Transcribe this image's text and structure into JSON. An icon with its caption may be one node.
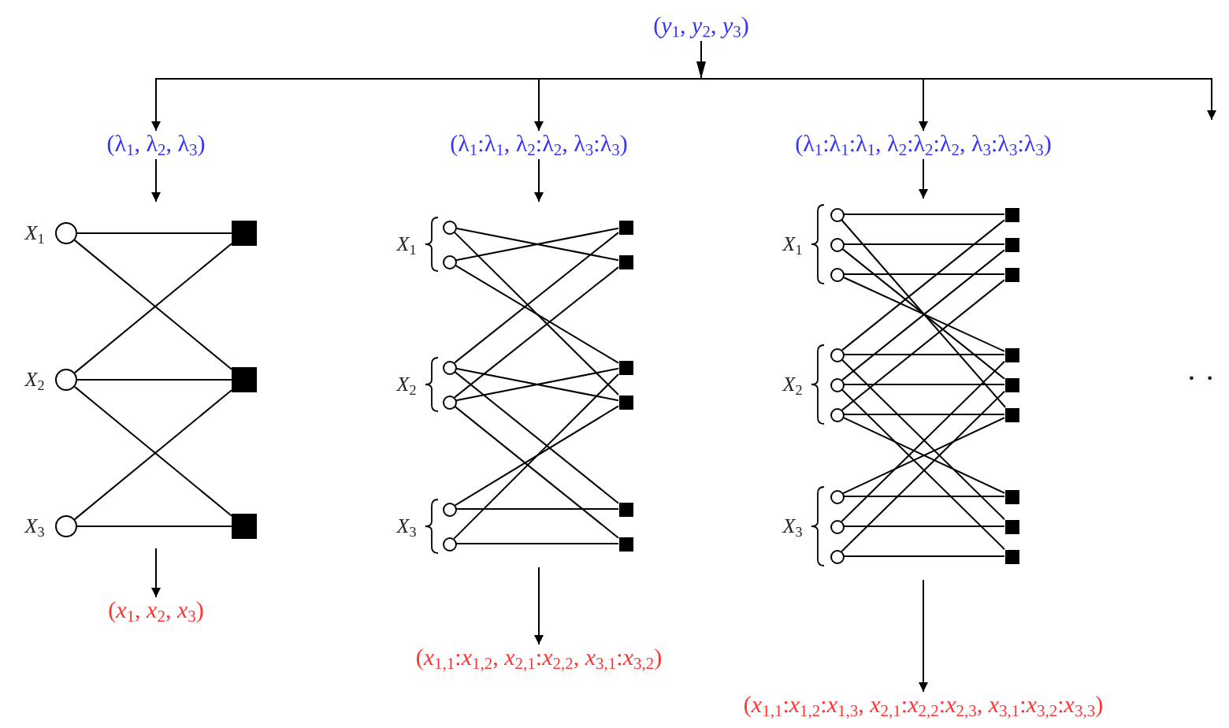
{
  "diagram": {
    "nodes": [
      {
        "text": [
          "(*y*$_{1}$, *y*$_{2}$, *y*$_{3}$)"
        ]
      },
      {
        "text": [
          "(λ$_{1}$, λ$_{2}$, λ$_{3}$)"
        ]
      },
      {
        "text": [
          "(λ$_{1}$:λ$_{1}$, λ$_{2}$:λ$_{2}$, λ$_{3}$:λ$_{3}$)"
        ]
      },
      {
        "text": [
          "(λ$_{1}$:λ$_{1}$:λ$_{1}$, λ$_{2}$:λ$_{2}$:λ$_{2}$, λ$_{3}$:λ$_{3}$:λ$_{3}$)"
        ]
      },
      {
        "text": [
          "(*x*$_{1}$, *x*$_{2}$, *x*$_{3}$)"
        ]
      },
      {
        "text": [
          "(*x*$_{1,1}$:*x*$_{1,2}$, *x*$_{2,1}$:*x*$_{2,2}$, *x*$_{3,1}$:*x*$_{3,2}$)"
        ]
      },
      {
        "text": [
          "(*x*$_{1,1}$:*x*$_{1,2}$:*x*$_{1,3}$, *x*$_{2,1}$:*x*$_{2,2}$:*x*$_{2,3}$, *x*$_{3,1}$:*x*$_{3,2}$:*x*$_{3,3}$)"
        ]
      },
      {
        "text": [],
        "shape": "circle"
      },
      {
        "text": [],
        "shape": "circle"
      },
      {
        "text": [],
        "shape": "circle"
      },
      {
        "text": [],
        "shape": "box"
      },
      {
        "text": [],
        "shape": "box"
      },
      {
        "text": [],
        "shape": "box"
      },
      {
        "text": [],
        "shape": "circle"
      },
      {
        "text": [],
        "shape": "circle"
      },
      {
        "text": [],
        "shape": "circle"
      },
      {
        "text": [],
        "shape": "circle"
      },
      {
        "text": [],
        "shape": "circle"
      },
      {
        "text": [],
        "shape": "circle"
      },
      {
        "text": [],
        "shape": "box"
      },
      {
        "text": [],
        "shape": "box"
      },
      {
        "text": [],
        "shape": "box"
      },
      {
        "text": [],
        "shape": "box"
      },
      {
        "text": [],
        "shape": "box"
      },
      {
        "text": [],
        "shape": "box"
      },
      {
        "text": [],
        "shape": "circle"
      },
      {
        "text": [],
        "shape": "circle"
      },
      {
        "text": [],
        "shape": "circle"
      },
      {
        "text": [],
        "shape": "circle"
      },
      {
        "text": [],
        "shape": "circle"
      },
      {
        "text": [],
        "shape": "circle"
      },
      {
        "text": [],
        "shape": "circle"
      },
      {
        "text": [],
        "shape": "circle"
      },
      {
        "text": [],
        "shape": "circle"
      },
      {
        "text": [],
        "shape": "box"
      },
      {
        "text": [],
        "shape": "box"
      },
      {
        "text": [],
        "shape": "box"
      },
      {
        "text": [],
        "shape": "box"
      },
      {
        "text": [],
        "shape": "box"
      },
      {
        "text": [],
        "shape": "box"
      },
      {
        "text": [],
        "shape": "box"
      },
      {
        "text": [],
        "shape": "box"
      },
      {
        "text": [],
        "shape": "box"
      }
    ],
    "edges": [
      {
        "from": 0,
        "to": 1,
        "arrow": "to"
      },
      {
        "from": 0,
        "to": 2,
        "arrow": "to"
      },
      {
        "from": 0,
        "to": 3,
        "arrow": "to"
      },
      {
        "from": 0,
        "to": null,
        "arrow": "to"
      },
      {
        "from": 1,
        "to": null,
        "arrow": "to"
      },
      {
        "from": 2,
        "to": null,
        "arrow": "to"
      },
      {
        "from": 3,
        "to": null,
        "arrow": "to"
      },
      {
        "from": null,
        "to": 4,
        "arrow": "to"
      },
      {
        "from": null,
        "to": 5,
        "arrow": "to"
      },
      {
        "from": null,
        "to": 6,
        "arrow": "to"
      },
      {
        "from": 7,
        "to": 10,
        "arrow": "none"
      },
      {
        "from": 7,
        "to": 11,
        "arrow": "none"
      },
      {
        "from": 8,
        "to": 10,
        "arrow": "none"
      },
      {
        "from": 8,
        "to": 11,
        "arrow": "none"
      },
      {
        "from": 8,
        "to": 12,
        "arrow": "none"
      },
      {
        "from": 9,
        "to": 11,
        "arrow": "none"
      },
      {
        "from": 9,
        "to": 12,
        "arrow": "none"
      },
      {
        "from": 13,
        "to": 20,
        "arrow": "none"
      },
      {
        "from": 13,
        "to": 22,
        "arrow": "none"
      },
      {
        "from": 14,
        "to": 19,
        "arrow": "none"
      },
      {
        "from": 14,
        "to": 21,
        "arrow": "none"
      },
      {
        "from": 15,
        "to": 19,
        "arrow": "none"
      },
      {
        "from": 15,
        "to": 22,
        "arrow": "none"
      },
      {
        "from": 15,
        "to": 23,
        "arrow": "none"
      },
      {
        "from": 16,
        "to": 20,
        "arrow": "none"
      },
      {
        "from": 16,
        "to": 21,
        "arrow": "none"
      },
      {
        "from": 16,
        "to": 24,
        "arrow": "none"
      },
      {
        "from": 17,
        "to": 23,
        "arrow": "none"
      },
      {
        "from": 17,
        "to": 22,
        "arrow": "none"
      },
      {
        "from": 18,
        "to": 24,
        "arrow": "none"
      },
      {
        "from": 18,
        "to": 21,
        "arrow": "none"
      },
      {
        "from": 25,
        "to": 34,
        "arrow": "none"
      },
      {
        "from": 26,
        "to": 35,
        "arrow": "none"
      },
      {
        "from": 27,
        "to": 36,
        "arrow": "none"
      },
      {
        "from": 28,
        "to": 37,
        "arrow": "none"
      },
      {
        "from": 29,
        "to": 38,
        "arrow": "none"
      },
      {
        "from": 30,
        "to": 39,
        "arrow": "none"
      },
      {
        "from": 31,
        "to": 40,
        "arrow": "none"
      },
      {
        "from": 32,
        "to": 41,
        "arrow": "none"
      },
      {
        "from": 33,
        "to": 42,
        "arrow": "none"
      },
      {
        "from": 25,
        "to": 39,
        "arrow": "none"
      },
      {
        "from": 26,
        "to": 38,
        "arrow": "none"
      },
      {
        "from": 27,
        "to": 37,
        "arrow": "none"
      },
      {
        "from": 28,
        "to": 34,
        "arrow": "none"
      },
      {
        "from": 29,
        "to": 35,
        "arrow": "none"
      },
      {
        "from": 30,
        "to": 36,
        "arrow": "none"
      },
      {
        "from": 28,
        "to": 41,
        "arrow": "none"
      },
      {
        "from": 29,
        "to": 42,
        "arrow": "none"
      },
      {
        "from": 30,
        "to": 40,
        "arrow": "none"
      },
      {
        "from": 31,
        "to": 39,
        "arrow": "none"
      },
      {
        "from": 32,
        "to": 37,
        "arrow": "none"
      },
      {
        "from": 33,
        "to": 38,
        "arrow": "none"
      }
    ],
    "labels": [
      "*X*$_{1}$",
      "*X*$_{2}$",
      "*X*$_{3}$",
      "*X*$_{1}$",
      "*X*$_{2}$",
      "*X*$_{3}$",
      "*X*$_{1}$",
      "*X*$_{2}$",
      "*X*$_{3}$",
      "· ·"
    ]
  }
}
